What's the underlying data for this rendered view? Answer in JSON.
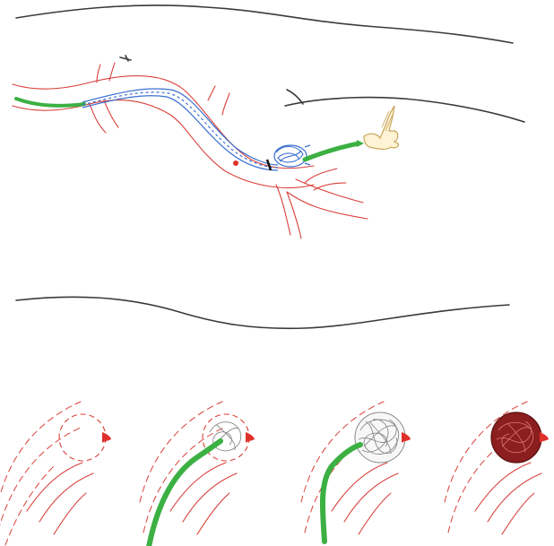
{
  "figure": {
    "kind": "medical-illustration",
    "top_panel": "catheter-through-vessel-with-coil-deployment",
    "bottom_panels": [
      "empty-aneurysm",
      "catheter-entering",
      "coils-filling",
      "aneurysm-occluded"
    ]
  },
  "colors": {
    "skin_line": "#3a3a3a",
    "vessel": "#d9403a",
    "catheter_sheath": "#3b6fd1",
    "guide_wire": "#3cb043",
    "coil": "#8a8a8a",
    "thrombus": "#8b1e1e",
    "hand": "#c8a55a",
    "bleed_point": "#e0302b"
  },
  "icons": {
    "hand": "hand-icon",
    "bleed": "bleed-point-icon"
  }
}
